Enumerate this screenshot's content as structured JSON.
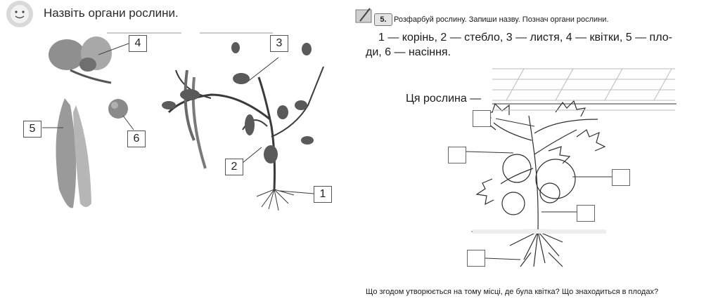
{
  "left_title": "Назвіть органи рослини.",
  "left_labels": [
    "1",
    "2",
    "3",
    "4",
    "5",
    "6"
  ],
  "task_number": "5.",
  "task_instruction": "Розфарбуй рослину. Запиши назву. Познач органи рослини.",
  "legend_line1": "1 — корінь, 2 — стебло, 3 — листя, 4 — квітки, 5 — пло-",
  "legend_line2": "ди, 6 — насіння.",
  "plant_name_label": "Ця рослина —",
  "bottom_question": "Що згодом утворюється на тому місці, де була квітка? Що знаходиться в плодах?"
}
